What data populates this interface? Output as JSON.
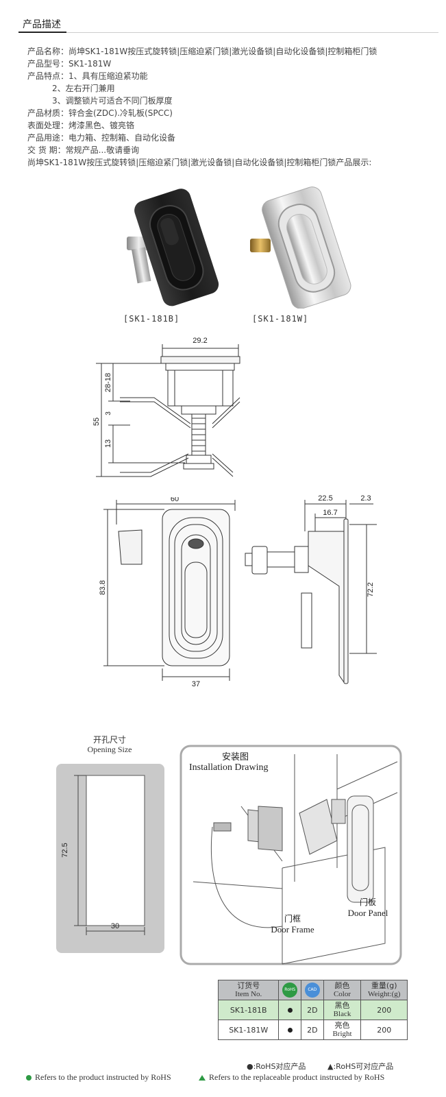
{
  "header": {
    "title": "产品描述"
  },
  "info": {
    "name": "产品名称：尚坤SK1-181W按压式旋转锁|压缩迫紧门锁|激光设备锁|自动化设备锁|控制箱柜门锁",
    "model": "产品型号：SK1-181W",
    "feature1": "产品特点：1、具有压缩迫紧功能",
    "feature2": "2、左右开门兼用",
    "feature3": "3、调整锁片可适合不同门板厚度",
    "material": "产品材质：锌合金(ZDC).冷轧板(SPCC)",
    "surface": "表面处理：烤漆黑色、镀亮铬",
    "usage": "产品用途：电力箱、控制箱、自动化设备",
    "delivery": "交 货 期：常规产品...敬请垂询",
    "display": "尚坤SK1-181W按压式旋转锁|压缩迫紧门锁|激光设备锁|自动化设备锁|控制箱柜门锁产品展示:"
  },
  "photos": {
    "black_caption": "[SK1-181B]",
    "chrome_caption": "[SK1-181W]"
  },
  "side_drawing": {
    "width": "29.2",
    "dim_upper": "28-18",
    "dim_total": "55",
    "dim_small": "3",
    "dim_lower": "13"
  },
  "front_drawing": {
    "width_top": "60",
    "height": "83.8",
    "width_bottom": "37"
  },
  "profile_drawing": {
    "depth": "22.5",
    "flange": "2.3",
    "inner": "16.7",
    "height": "72.2"
  },
  "opening": {
    "title_cn": "开孔尺寸",
    "title_en": "Opening Size",
    "height": "72.5",
    "width": "30"
  },
  "install": {
    "title_cn": "安装图",
    "title_en": "Installation Drawing",
    "frame_cn": "门框",
    "frame_en": "Door Frame",
    "panel_cn": "门板",
    "panel_en": "Door Panel"
  },
  "table": {
    "headers": {
      "item_cn": "订货号",
      "item_en": "Item No.",
      "rohs_icon": "RoHS",
      "cad_icon": "CAD",
      "color_cn": "颜色",
      "color_en": "Color",
      "weight_cn": "重量(g)",
      "weight_en": "Weight:(g)"
    },
    "rows": [
      {
        "item": "SK1-181B",
        "cad": "2D",
        "color_cn": "黑色",
        "color_en": "Black",
        "weight": "200"
      },
      {
        "item": "SK1-181W",
        "cad": "2D",
        "color_cn": "亮色",
        "color_en": "Bright",
        "weight": "200"
      }
    ]
  },
  "legend": {
    "rohs_note_cn": "●:RoHS对应产品",
    "replace_note_cn": "▲:RoHS可对应产品",
    "rohs_note_en": "Refers to the product instructed by RoHS",
    "replace_note_en": "Refers to the replaceable product instructed by RoHS"
  },
  "colors": {
    "accent_green": "#2e9a44",
    "table_header": "#bfc1c3",
    "row_highlight": "#cfeacb"
  }
}
